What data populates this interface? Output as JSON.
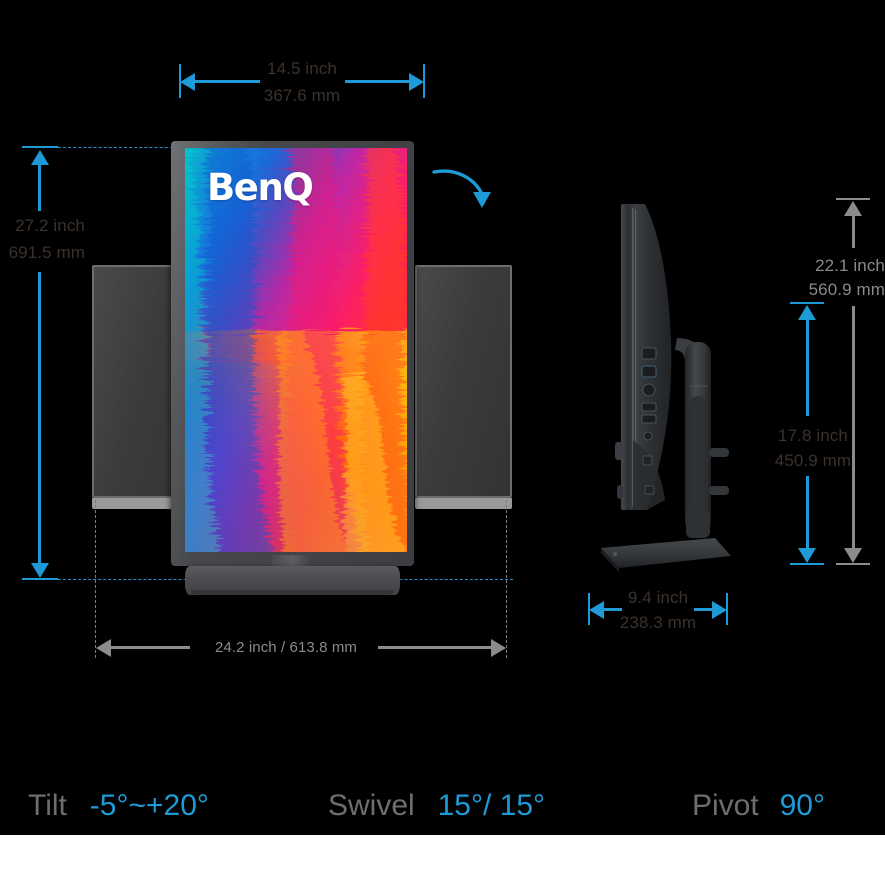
{
  "product": {
    "brand_logo": "BenQ",
    "rotate_arrow_icon": "pivot-rotation-arrow-icon"
  },
  "dimensions": {
    "front_width": {
      "inch": "14.5 inch",
      "mm": "367.6 mm",
      "color": "#3c322c",
      "arrow_color": "#1e9ad6"
    },
    "front_height": {
      "inch": "27.2 inch",
      "mm": "691.5 mm",
      "color": "#3c322c",
      "arrow_color": "#1e9ad6"
    },
    "overall_width": {
      "label": "24.2 inch / 613.8 mm",
      "color": "#8a8a8a",
      "arrow_color": "#8c8c8c"
    },
    "side_depth": {
      "inch": "9.4 inch",
      "mm": "238.3 mm",
      "color": "#3c322c",
      "arrow_color": "#1e9ad6"
    },
    "side_total_height": {
      "inch": "22.1 inch",
      "mm": "560.9 mm",
      "color": "#8a8a8a",
      "arrow_color": "#8c8c8c"
    },
    "side_panel_height": {
      "inch": "17.8 inch",
      "mm": "450.9 mm",
      "color": "#3c322c",
      "arrow_color": "#1e9ad6"
    }
  },
  "ergonomics": [
    {
      "key": "Tilt",
      "value": "-5°~+20°"
    },
    {
      "key": "Swivel",
      "value": "15°/ 15°"
    },
    {
      "key": "Pivot",
      "value": "90°"
    }
  ],
  "colors": {
    "background": "#000000",
    "accent_blue": "#1e9ad6",
    "neutral_gray": "#8c8c8c",
    "text_dark": "#3c322c"
  }
}
